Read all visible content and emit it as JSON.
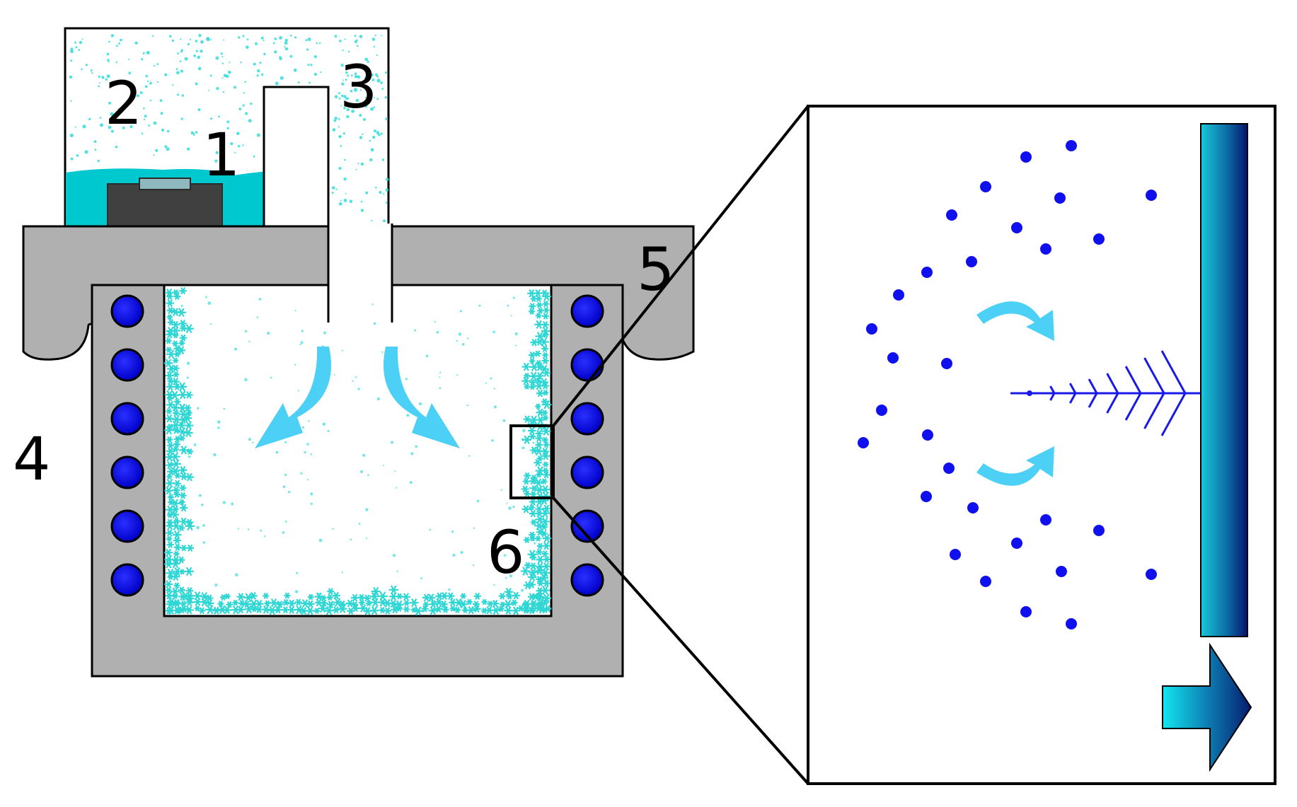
{
  "labels": {
    "l1": "1",
    "l2": "2",
    "l3": "3",
    "l4": "4",
    "l5": "5",
    "l6": "6"
  },
  "colors": {
    "chamber_gray": "#b0b0b0",
    "outline": "#000000",
    "liquid": "#00c8cf",
    "heater_dark": "#404040",
    "heater_light": "#8fb8bf",
    "droplet": "#33dcdc",
    "crystal": "#2fd6d4",
    "flow_arrow": "#4dd0f5",
    "coil": "#0a0cff",
    "particle": "#1010ee",
    "crystal_line": "#1a1ae8",
    "plate_top": "#19c8d8",
    "plate_bottom": "#05126a"
  },
  "icons": {
    "coil": "coil-tube-icon",
    "flow": "curved-arrow-icon",
    "heat_flow": "block-arrow-icon"
  }
}
